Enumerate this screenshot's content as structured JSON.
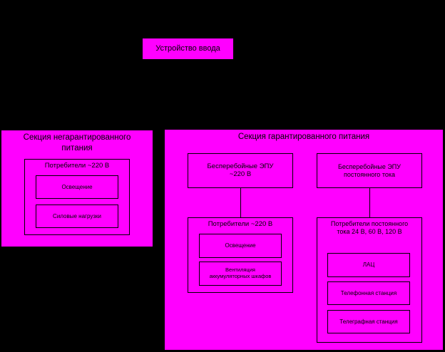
{
  "input_device": {
    "label": "Устройство ввода"
  },
  "non_guaranteed": {
    "title": "Секция негарантированного питания",
    "consumers": {
      "title": "Потребители ~220 В",
      "items": [
        "Освещение",
        "Силовые нагрузки"
      ]
    }
  },
  "guaranteed": {
    "title": "Секция гарантированного питания",
    "ups_ac": {
      "label": "Бесперебойные ЭПУ ~220 В"
    },
    "ups_dc": {
      "label": "Бесперебойные ЭПУ постоянного тока"
    },
    "ac_consumers": {
      "title": "Потребители ~220 В",
      "items": [
        "Освещение",
        "Вентиляция аккумуляторных шкафов"
      ]
    },
    "dc_consumers": {
      "title": "Потребители постоянного тока 24 В, 60 В, 120 В",
      "items": [
        "ЛАЦ",
        "Телефонная станция",
        "Телеграфная станция"
      ]
    }
  },
  "colors": {
    "background": "#000000",
    "fill": "#ff00ff",
    "stroke": "#000000"
  }
}
